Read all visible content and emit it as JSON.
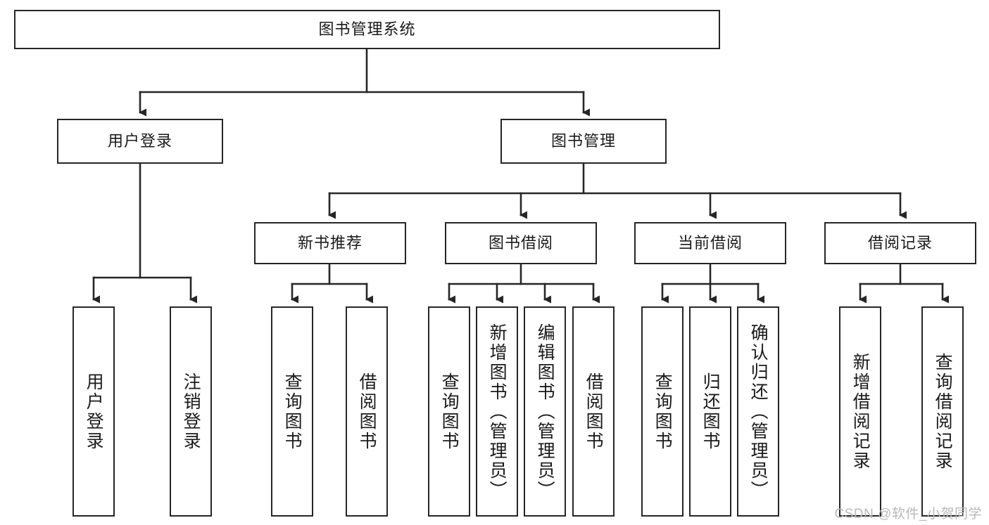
{
  "diagram": {
    "type": "tree-hierarchy",
    "title": "图书管理系统",
    "root": {
      "label": "图书管理系统"
    },
    "level2": [
      {
        "id": "user-login",
        "label": "用户登录"
      },
      {
        "id": "book-management",
        "label": "图书管理"
      }
    ],
    "level3": [
      {
        "id": "new-book-recommend",
        "label": "新书推荐"
      },
      {
        "id": "book-borrow",
        "label": "图书借阅"
      },
      {
        "id": "current-borrow",
        "label": "当前借阅"
      },
      {
        "id": "borrow-record",
        "label": "借阅记录"
      }
    ],
    "leaves": {
      "user_login": [
        {
          "id": "leaf-user-login",
          "label": "用户登录"
        },
        {
          "id": "leaf-logout",
          "label": "注销登录"
        }
      ],
      "new_book_recommend": [
        {
          "id": "leaf-query-book-1",
          "label": "查询图书"
        },
        {
          "id": "leaf-borrow-book-1",
          "label": "借阅图书"
        }
      ],
      "book_borrow": [
        {
          "id": "leaf-query-book-2",
          "label": "查询图书"
        },
        {
          "id": "leaf-add-book",
          "label": "新增图书（管理员）"
        },
        {
          "id": "leaf-edit-book",
          "label": "编辑图书（管理员）"
        },
        {
          "id": "leaf-borrow-book-2",
          "label": "借阅图书"
        }
      ],
      "current_borrow": [
        {
          "id": "leaf-query-book-3",
          "label": "查询图书"
        },
        {
          "id": "leaf-return-book",
          "label": "归还图书"
        },
        {
          "id": "leaf-confirm-return",
          "label": "确认归还（管理员）"
        }
      ],
      "borrow_record": [
        {
          "id": "leaf-add-record",
          "label": "新增借阅记录"
        },
        {
          "id": "leaf-query-record",
          "label": "查询借阅记录"
        }
      ]
    },
    "colors": {
      "stroke": "#262626",
      "box_fill": "#ffffff",
      "text": "#1a1a1a",
      "watermark": "#b9b9b9",
      "background": "#ffffff"
    }
  },
  "watermark": {
    "text": "CSDN @软件_小贺同学"
  }
}
